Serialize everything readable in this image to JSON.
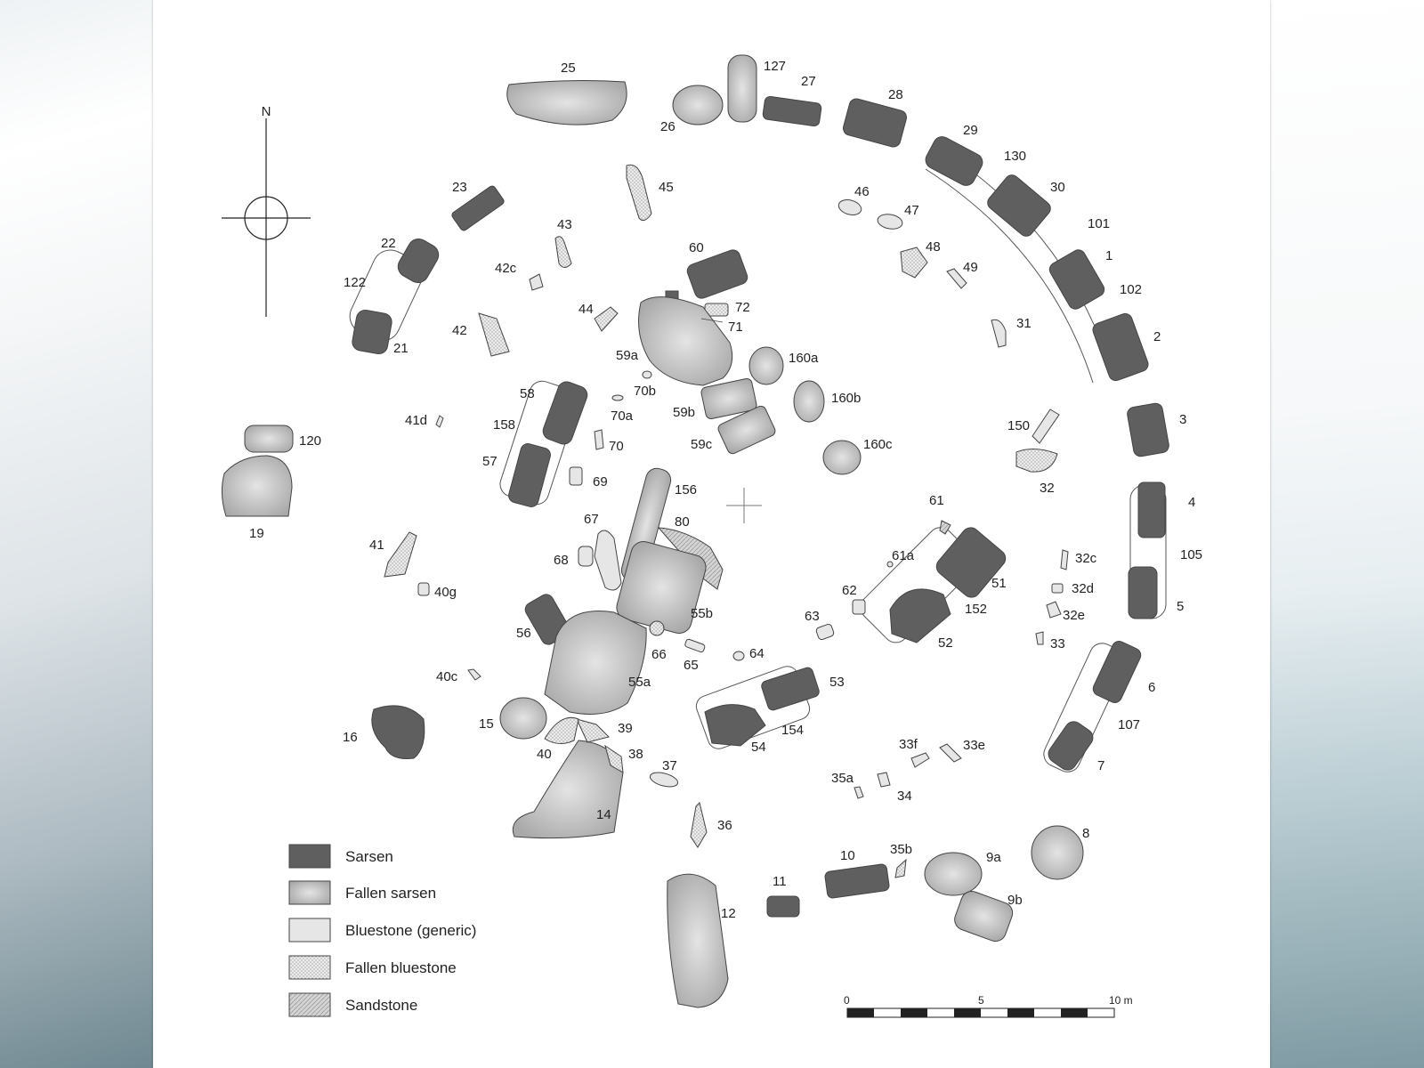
{
  "colors": {
    "sarsen": "#5f5f5f",
    "fallen_sarsen": "#bdbdbd",
    "bluestone": "#e6e6e6",
    "fallen_bluestone": "#d0d0d0",
    "sandstone": "#c9c9c9",
    "outline": "#444444"
  },
  "icons": {
    "north_arrow": "compass-rose-icon",
    "centre_marker": "crosshair-icon"
  },
  "compass": {
    "label": "N"
  },
  "legend": [
    {
      "label": "Sarsen",
      "type": "sarsen"
    },
    {
      "label": "Fallen sarsen",
      "type": "fallen_sarsen"
    },
    {
      "label": "Bluestone (generic)",
      "type": "bluestone"
    },
    {
      "label": "Fallen bluestone",
      "type": "fallen_bluestone"
    },
    {
      "label": "Sandstone",
      "type": "sandstone"
    }
  ],
  "scale_bar": {
    "ticks": [
      "0",
      "5",
      "10 m"
    ]
  },
  "stone_labels": [
    "25",
    "127",
    "27",
    "26",
    "28",
    "29",
    "130",
    "30",
    "101",
    "1",
    "102",
    "2",
    "3",
    "4",
    "105",
    "5",
    "6",
    "107",
    "7",
    "8",
    "9a",
    "9b",
    "10",
    "35b",
    "11",
    "12",
    "14",
    "36",
    "37",
    "38",
    "39",
    "40",
    "15",
    "16",
    "19",
    "120",
    "23",
    "22",
    "122",
    "21",
    "42",
    "43",
    "42c",
    "44",
    "45",
    "46",
    "47",
    "48",
    "49",
    "31",
    "60",
    "72",
    "71",
    "59a",
    "70b",
    "70a",
    "70",
    "59b",
    "59c",
    "160a",
    "160b",
    "160c",
    "58",
    "158",
    "57",
    "41d",
    "69",
    "156",
    "80",
    "67",
    "68",
    "41",
    "40g",
    "56",
    "55b",
    "55a",
    "66",
    "65",
    "64",
    "40c",
    "53",
    "154",
    "54",
    "61",
    "61a",
    "51",
    "152",
    "52",
    "62",
    "63",
    "150",
    "32",
    "32c",
    "32d",
    "32e",
    "33",
    "33f",
    "33e",
    "35a",
    "34"
  ]
}
